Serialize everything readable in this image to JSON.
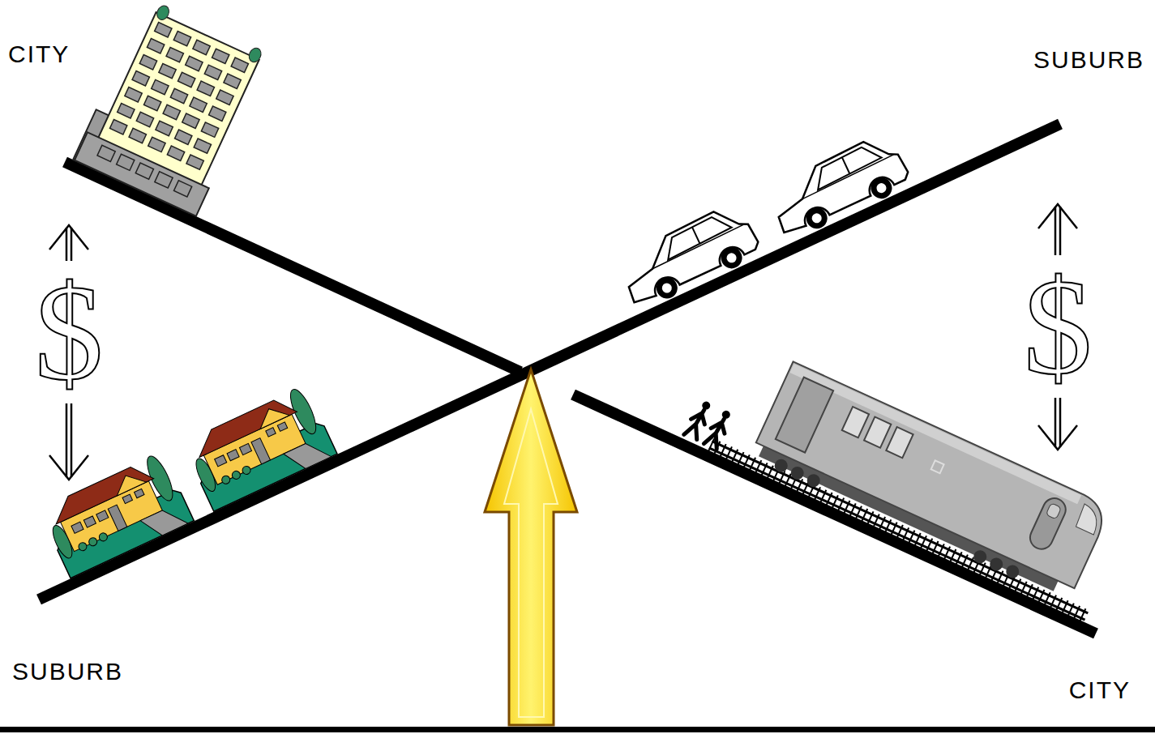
{
  "diagram": {
    "labels": [
      "CITY",
      "SUBURB",
      "$",
      "$",
      "SUBURB",
      "CITY"
    ]
  }
}
